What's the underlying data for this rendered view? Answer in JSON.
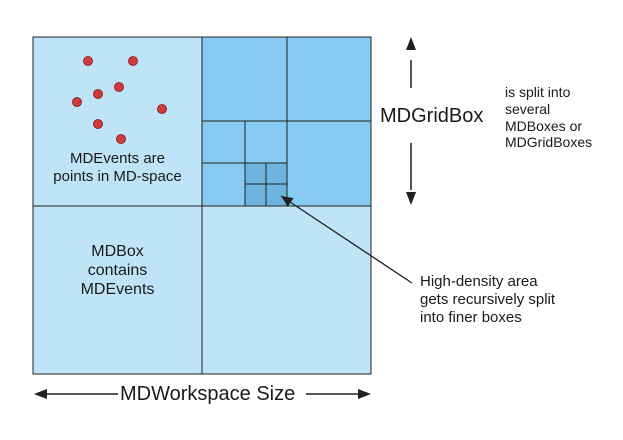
{
  "labels": {
    "mdevents": "MDEvents are\npoints in MD-space",
    "mdbox": "MDBox\ncontains\nMDEvents",
    "mdgridbox": "MDGridBox",
    "split_note": "is split into\nseveral\nMDBoxes or\nMDGridBoxes",
    "high_density": "High-density area\ngets recursively split\ninto finer boxes",
    "workspace_size": "MDWorkspace Size"
  },
  "colors": {
    "cell_light": "#bfe3f7",
    "cell_mid": "#88cbf2",
    "cell_deep": "#6cb3dd",
    "grid_line": "#202020",
    "event_dot": "#d13a3a",
    "arrow": "#202020"
  },
  "event_count": 8
}
